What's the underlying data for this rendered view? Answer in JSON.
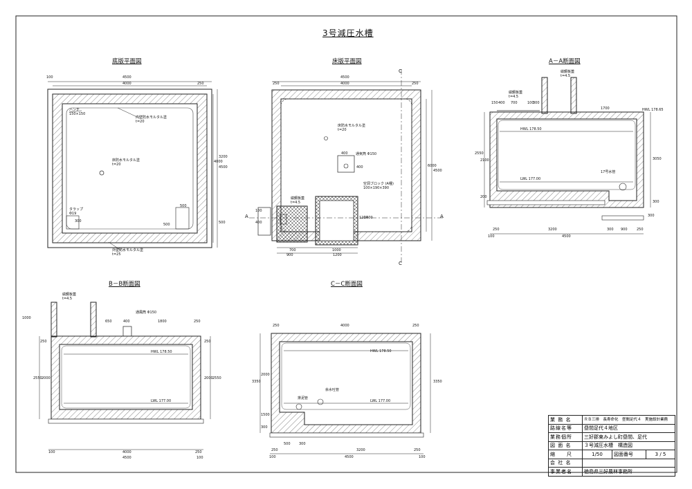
{
  "sheet_title": "3号減圧水槽",
  "views": {
    "bottom_plan": {
      "title": "底版平面図",
      "dims_top": [
        "100",
        "4500",
        "4000",
        "250"
      ],
      "dims_right": [
        "3200",
        "4500",
        "4000",
        "500"
      ],
      "dims_left_small": [
        "300",
        "500"
      ],
      "dims_bottom_small": [
        "500"
      ],
      "note_haunch": "ハンチ",
      "note_haunch_size": "150×150",
      "note_inner_wall": "内壁防水モルタル塗",
      "note_inner_wall_t": "t=20",
      "note_floor": "床防水モルタル塗",
      "note_floor_t": "t=20",
      "note_trap": "タラップ",
      "note_trap_size": "Φ19",
      "note_outer_wall": "外壁防水モルタル塗",
      "note_outer_wall_t": "t=25"
    },
    "slab_plan": {
      "title": "床版平面図",
      "dims_top": [
        "250",
        "4000",
        "4500",
        "250"
      ],
      "dims_right": [
        "6000",
        "4500"
      ],
      "note_slab": "床防水モルタル塗",
      "note_slab_t": "t=20",
      "note_vent": "通気筒 Φ150",
      "dim_400a": "400",
      "dim_400b": "400",
      "note_block": "空洞ブロック (A種)",
      "note_block_size": "100×190×390",
      "note_steel": "縞鋼板蓋",
      "note_steel_t": "t=4.5",
      "dims_bottom": [
        "700",
        "1000",
        "900",
        "1200"
      ],
      "dims_block_side": [
        "1200",
        "1400"
      ],
      "dims_left_small": [
        "100",
        "400"
      ],
      "section_a": "A",
      "section_c": "C"
    },
    "section_aa": {
      "title": "A－A断面図",
      "note_steel": "縞鋼板蓋",
      "note_steel_t": "t=4.5",
      "note_steel2": "縞鋼板蓋",
      "note_steel2_t": "t=4.5",
      "dims_top": [
        "150",
        "400",
        "700",
        "100",
        "300",
        "1700"
      ],
      "hwl": "HWL 178.50",
      "lwl": "LWL 177.00",
      "level_top": "HWL 178.65",
      "dims_left": [
        "2550",
        "2100",
        "200"
      ],
      "dims_right": [
        "3050",
        "300",
        "300"
      ],
      "note_pipe": "17号水管",
      "dims_bottom": [
        "250",
        "3200",
        "300",
        "900",
        "250",
        "100",
        "4500"
      ]
    },
    "section_bb": {
      "title": "B－B断面図",
      "note_steel": "縞鋼板蓋",
      "note_steel_t": "t=4.5",
      "note_vent": "通風筒 Φ150",
      "dims_top": [
        "650",
        "400",
        "1800",
        "250"
      ],
      "dims_left": [
        "1000",
        "250",
        "2550",
        "2000"
      ],
      "dims_right": [
        "2000",
        "2550",
        "250"
      ],
      "hwl": "HWL 178.50",
      "lwl": "LWL 177.00",
      "dims_bottom": [
        "100",
        "4000",
        "250",
        "4500",
        "100"
      ]
    },
    "section_cc": {
      "title": "C－C断面図",
      "dims_top": [
        "250",
        "4000",
        "250"
      ],
      "hwl": "HWL 178.50",
      "lwl": "LWL 177.00",
      "note_drain": "排泥管",
      "note_supply": "余水吐管",
      "dims_left": [
        "3350",
        "2000",
        "1500",
        "300"
      ],
      "dims_right": [
        "3350"
      ],
      "dims_bottom": [
        "250",
        "500",
        "300",
        "3200",
        "250",
        "100",
        "4500",
        "100"
      ]
    }
  },
  "title_block": {
    "rows": [
      {
        "label": "業 務 名",
        "value": "ＲＢ三排　長寿命化　昼間足代４　実施設計業務"
      },
      {
        "label": "路線名等",
        "value": "昼間足代４地区"
      },
      {
        "label": "業務個所",
        "value": "三好郡東みよし町昼間、足代"
      },
      {
        "label": "図 面 名",
        "value": "３号減圧水槽　構造図"
      },
      {
        "label": "縮　　尺",
        "value": "1/50",
        "extra_label": "図面番号",
        "extra_value": "3 / 5"
      },
      {
        "label": "会 社 名",
        "value": ""
      },
      {
        "label": "事業者名",
        "value": "徳島県三好農林事務所"
      }
    ]
  }
}
